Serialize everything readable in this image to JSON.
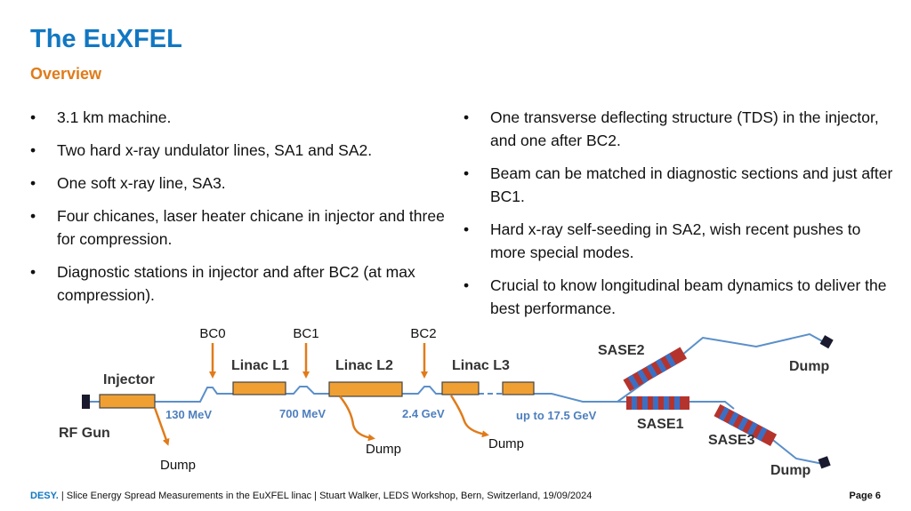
{
  "slide": {
    "title": "The EuXFEL",
    "subtitle": "Overview"
  },
  "left_bullets": [
    "3.1 km machine.",
    "Two hard x-ray undulator lines, SA1 and SA2.",
    "One soft x-ray line, SA3.",
    "Four chicanes, laser heater chicane in injector and three for compression.",
    "Diagnostic stations in injector and after BC2 (at max compression)."
  ],
  "right_bullets": [
    "One transverse deflecting structure (TDS) in the injector,  and one after BC2.",
    "Beam can be matched in diagnostic sections and just after BC1.",
    "Hard x-ray self-seeding in SA2, wish recent pushes to more special modes.",
    "Crucial to know longitudinal beam dynamics to deliver the best performance."
  ],
  "bullet_symbol": "•",
  "diagram": {
    "chicanes": [
      "BC0",
      "BC1",
      "BC2"
    ],
    "sections": [
      "Injector",
      "Linac L1",
      "Linac L2",
      "Linac L3"
    ],
    "energies": [
      "130 MeV",
      "700 MeV",
      "2.4 GeV",
      "up to 17.5 GeV"
    ],
    "gun": "RF Gun",
    "undulators": [
      "SASE2",
      "SASE1",
      "SASE3"
    ],
    "dump_label": "Dump",
    "colors": {
      "beamline": "#5b8fc9",
      "energy_text": "#4d7fbf",
      "module_fill": "#f0a033",
      "module_stroke": "#444444",
      "arrow": "#e07b1a",
      "undulator_red": "#b5332d",
      "undulator_blue": "#3b6fc4"
    }
  },
  "footer": {
    "logo": "DESY.",
    "text": " | Slice Energy Spread Measurements in the EuXFEL linac | Stuart Walker, LEDS Workshop, Bern, Switzerland, 19/09/2024",
    "page": "Page 6"
  }
}
